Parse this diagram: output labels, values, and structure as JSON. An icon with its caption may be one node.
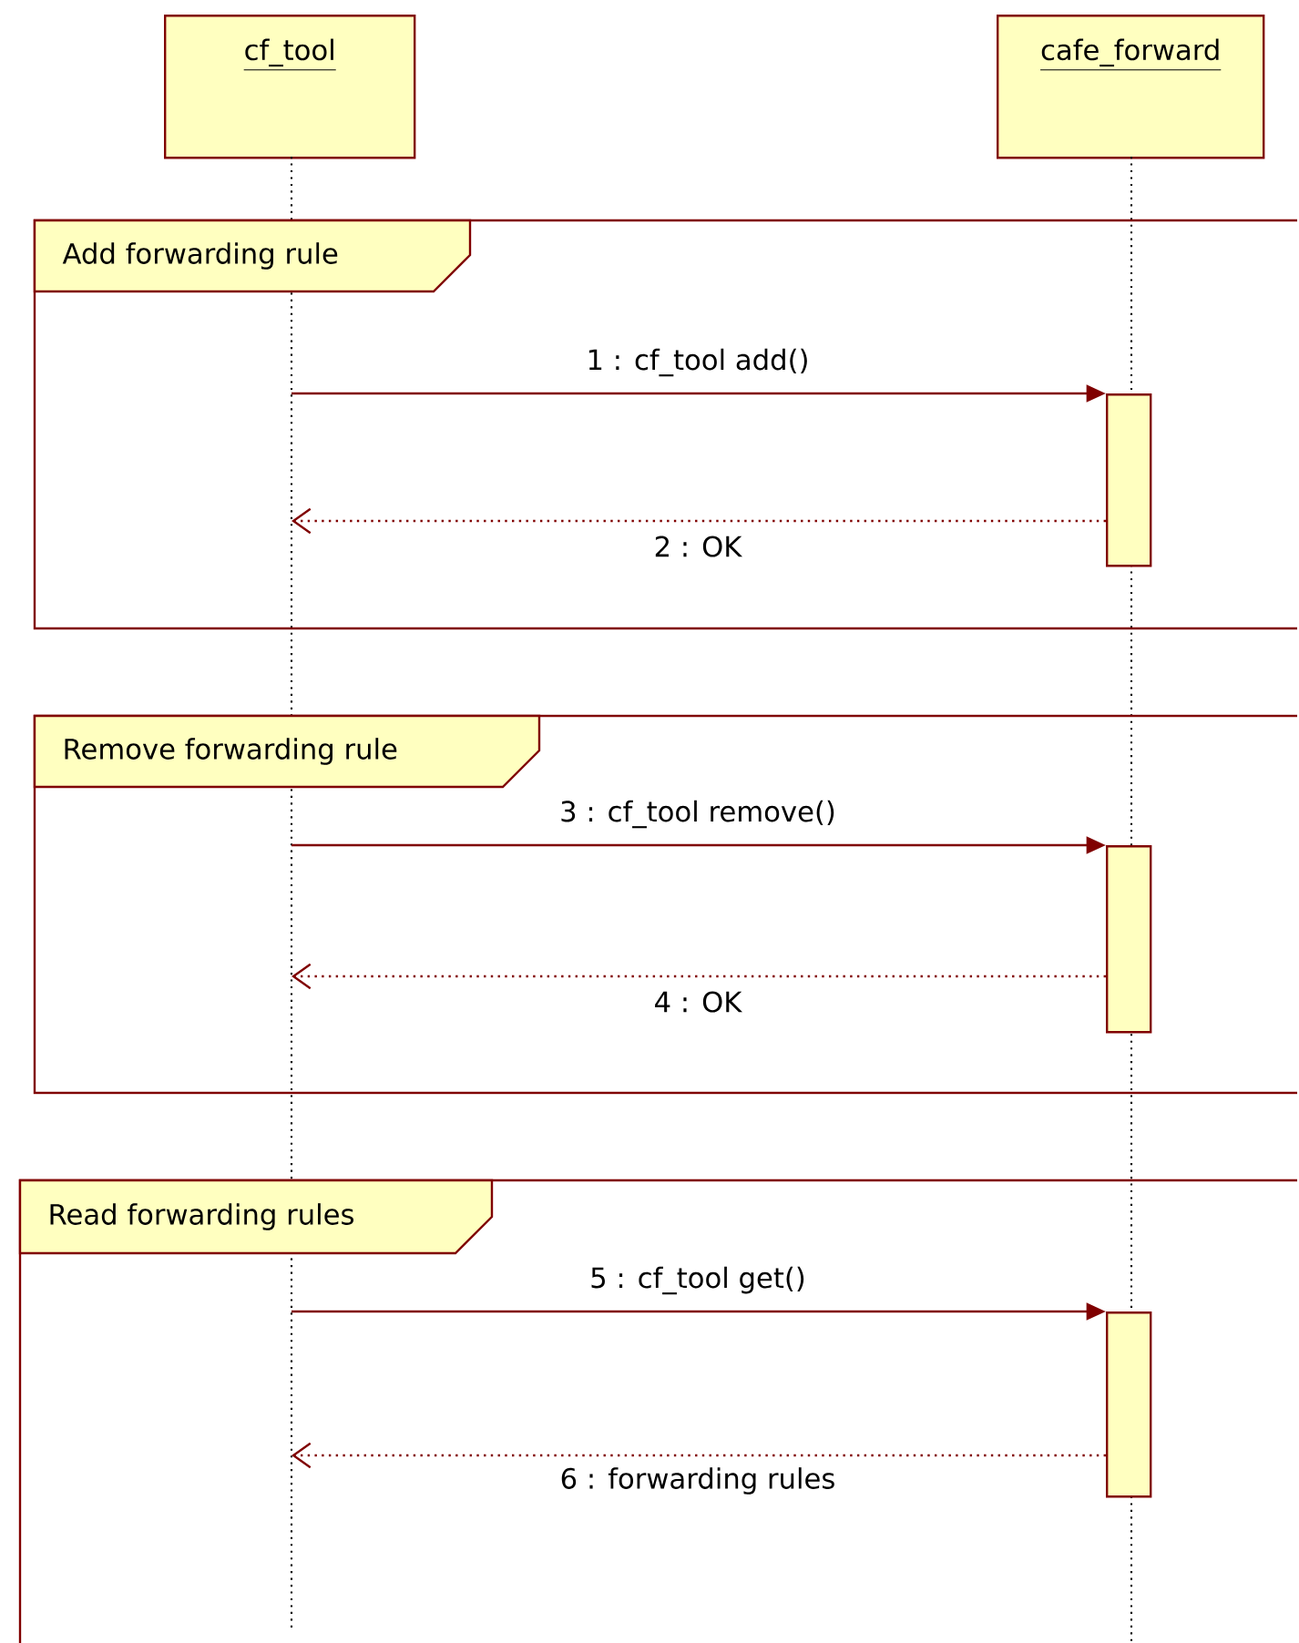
{
  "diagram": {
    "nodes": [
      {
        "text": [
          "cf_tool"
        ]
      },
      {
        "text": [
          "cafe_forward"
        ]
      },
      {
        "text": [],
        "shape": "line"
      },
      {
        "text": [],
        "shape": "line"
      },
      {
        "text": [
          "Add forwarding rule"
        ]
      },
      {
        "text": [
          "Remove forwarding rule"
        ]
      },
      {
        "text": [
          "Read forwarding rules"
        ]
      },
      {
        "text": [],
        "shape": "bar",
        "in": 4
      },
      {
        "text": [],
        "shape": "bar",
        "in": 5
      },
      {
        "text": [],
        "shape": "bar",
        "in": 6
      }
    ],
    "edges": [
      {
        "from": 2,
        "to": 7,
        "arrow": "to",
        "label": "1 : cf_tool add()"
      },
      {
        "from": 7,
        "to": 2,
        "arrow": "to",
        "label": "2 : OK",
        "style": "dashed"
      },
      {
        "from": 2,
        "to": 8,
        "arrow": "to",
        "label": "3 : cf_tool remove()"
      },
      {
        "from": 8,
        "to": 2,
        "arrow": "to",
        "label": "4 : OK",
        "style": "dashed"
      },
      {
        "from": 2,
        "to": 9,
        "arrow": "to",
        "label": "5 : cf_tool get()"
      },
      {
        "from": 9,
        "to": 2,
        "arrow": "to",
        "label": "6 : forwarding rules",
        "style": "dashed"
      }
    ]
  }
}
